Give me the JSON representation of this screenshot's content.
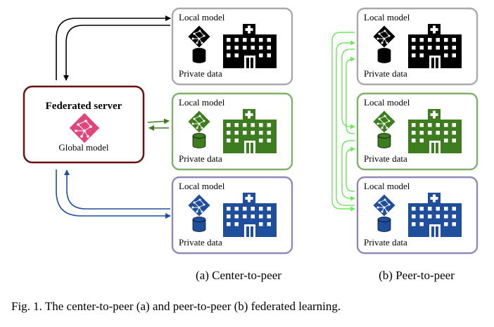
{
  "server": {
    "title": "Federated server",
    "model_label": "Global model",
    "colors": {
      "border": "#6b1010",
      "icon": "#e0457b"
    }
  },
  "node_labels": {
    "local_model": "Local model",
    "private_data": "Private data"
  },
  "nodes": [
    {
      "id": "black",
      "color": "#000000",
      "border": "#a9a9a9"
    },
    {
      "id": "green",
      "color": "#3e7d1f",
      "border": "#7fb069"
    },
    {
      "id": "blue",
      "color": "#1f4f9c",
      "border": "#8f88b8"
    }
  ],
  "arrow_colors": {
    "black": "#000000",
    "green": "#3e7d1f",
    "blue": "#1f4f9c",
    "peer": "#6ee85c"
  },
  "captions": {
    "a": "(a)  Center-to-peer",
    "b": "(b)  Peer-to-peer"
  },
  "figure_caption": "Fig. 1.  The center-to-peer (a) and peer-to-peer (b) federated learning."
}
